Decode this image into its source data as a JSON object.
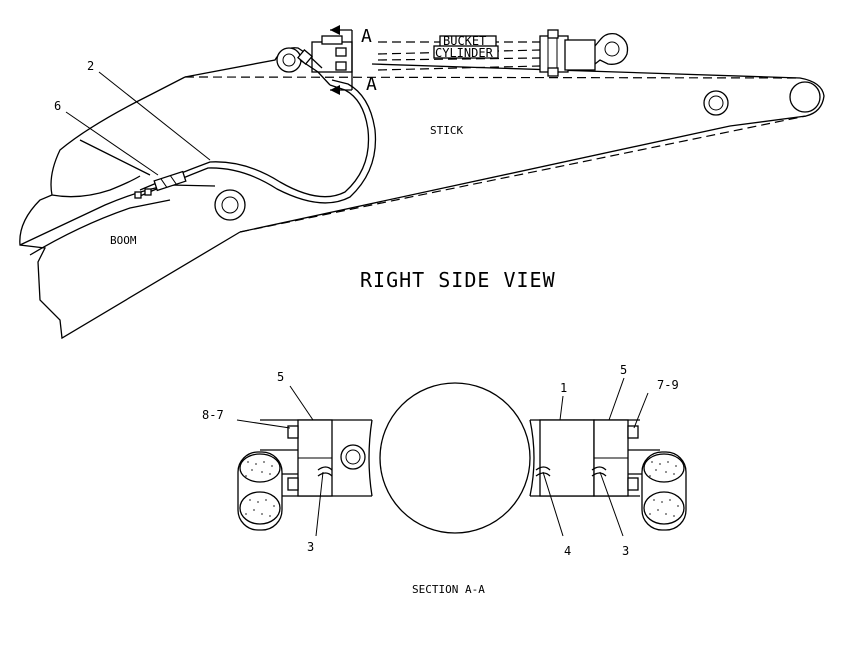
{
  "right_side_view": {
    "title": "RIGHT SIDE VIEW",
    "section_marker": "A",
    "component_labels": {
      "bucket": "BUCKET",
      "cylinder": "CYLINDER",
      "stick": "STICK",
      "boom": "BOOM"
    },
    "callouts": {
      "c2": "2",
      "c6": "6"
    }
  },
  "section_view": {
    "title": "SECTION A-A",
    "callouts": {
      "c1": "1",
      "c3_left": "3",
      "c3_right": "3",
      "c4": "4",
      "c5_left": "5",
      "c5_right": "5",
      "c8_7": "8-7",
      "c7_9": "7-9"
    }
  }
}
